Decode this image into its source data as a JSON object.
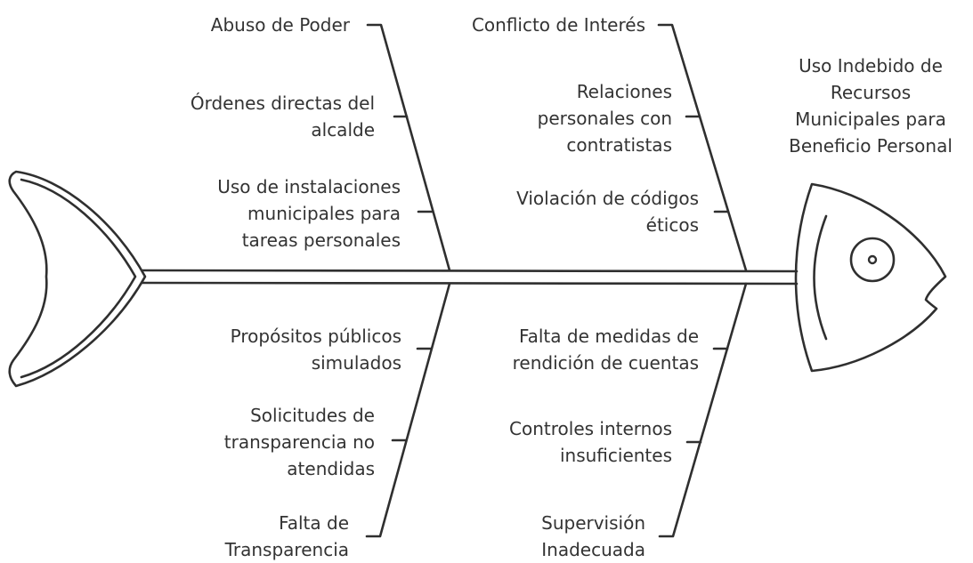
{
  "effect": {
    "lines": [
      "Uso Indebido de",
      "Recursos",
      "Municipales para",
      "Beneficio Personal"
    ]
  },
  "categories": {
    "abuso_de_poder": {
      "title": "Abuso de Poder",
      "causes": [
        {
          "lines": [
            "Órdenes directas del",
            "alcalde"
          ]
        },
        {
          "lines": [
            "Uso de instalaciones",
            "municipales para",
            "tareas personales"
          ]
        }
      ]
    },
    "conflicto_de_interes": {
      "title": "Conflicto de Interés",
      "causes": [
        {
          "lines": [
            "Relaciones",
            "personales con",
            "contratistas"
          ]
        },
        {
          "lines": [
            "Violación de códigos",
            "éticos"
          ]
        }
      ]
    },
    "falta_de_transparencia": {
      "title_lines": [
        "Falta de",
        "Transparencia"
      ],
      "causes": [
        {
          "lines": [
            "Propósitos públicos",
            "simulados"
          ]
        },
        {
          "lines": [
            "Solicitudes de",
            "transparencia no",
            "atendidas"
          ]
        }
      ]
    },
    "supervision_inadecuada": {
      "title_lines": [
        "Supervisión",
        "Inadecuada"
      ],
      "causes": [
        {
          "lines": [
            "Falta de medidas de",
            "rendición de cuentas"
          ]
        },
        {
          "lines": [
            "Controles internos",
            "insuficientes"
          ]
        }
      ]
    }
  },
  "colors": {
    "stroke": "#2f2f2f",
    "text": "#333333",
    "background": "#ffffff"
  }
}
